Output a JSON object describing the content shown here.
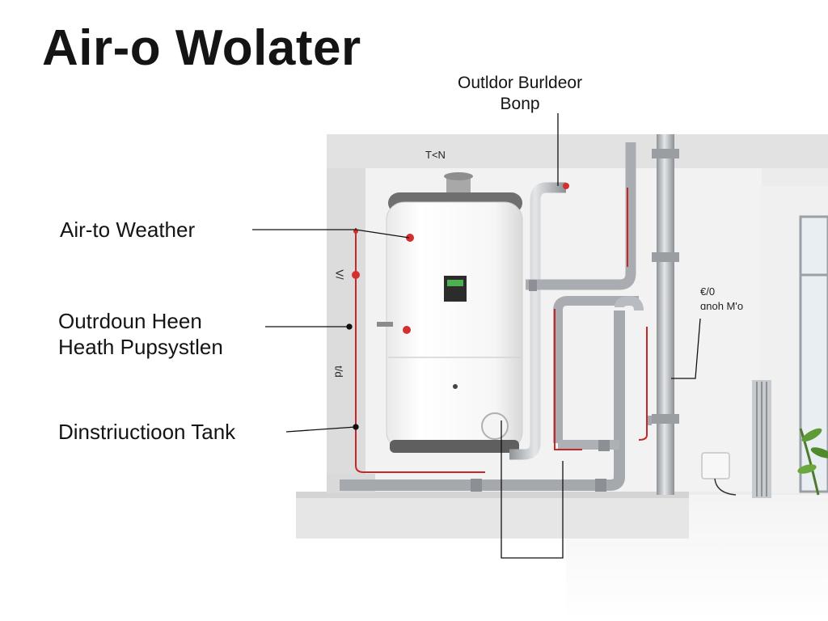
{
  "title": "Air-o Wolater",
  "callouts": {
    "air_to_water": "Air-to Weather",
    "outdoor_heat_line1": "Outrdoun Heen",
    "outdoor_heat_line2": "Heath Pupsystlen",
    "distribution_tank": "Dinstriuctioon Tank",
    "outdoor_booster_line1": "Outldor Burldeor",
    "outdoor_booster_line2": "Bonp"
  },
  "small_labels": {
    "top_mark": "T<N",
    "side_mark_1": "V/",
    "side_mark_2": "t/d",
    "right_mark_line1": "€/0",
    "right_mark_line2": "ɑnoh M'o"
  },
  "colors": {
    "hot_line": "#c62828",
    "pipe": "#a9adb1",
    "wall": "#e6e6e6",
    "tank_body": "#fbfbfb"
  }
}
